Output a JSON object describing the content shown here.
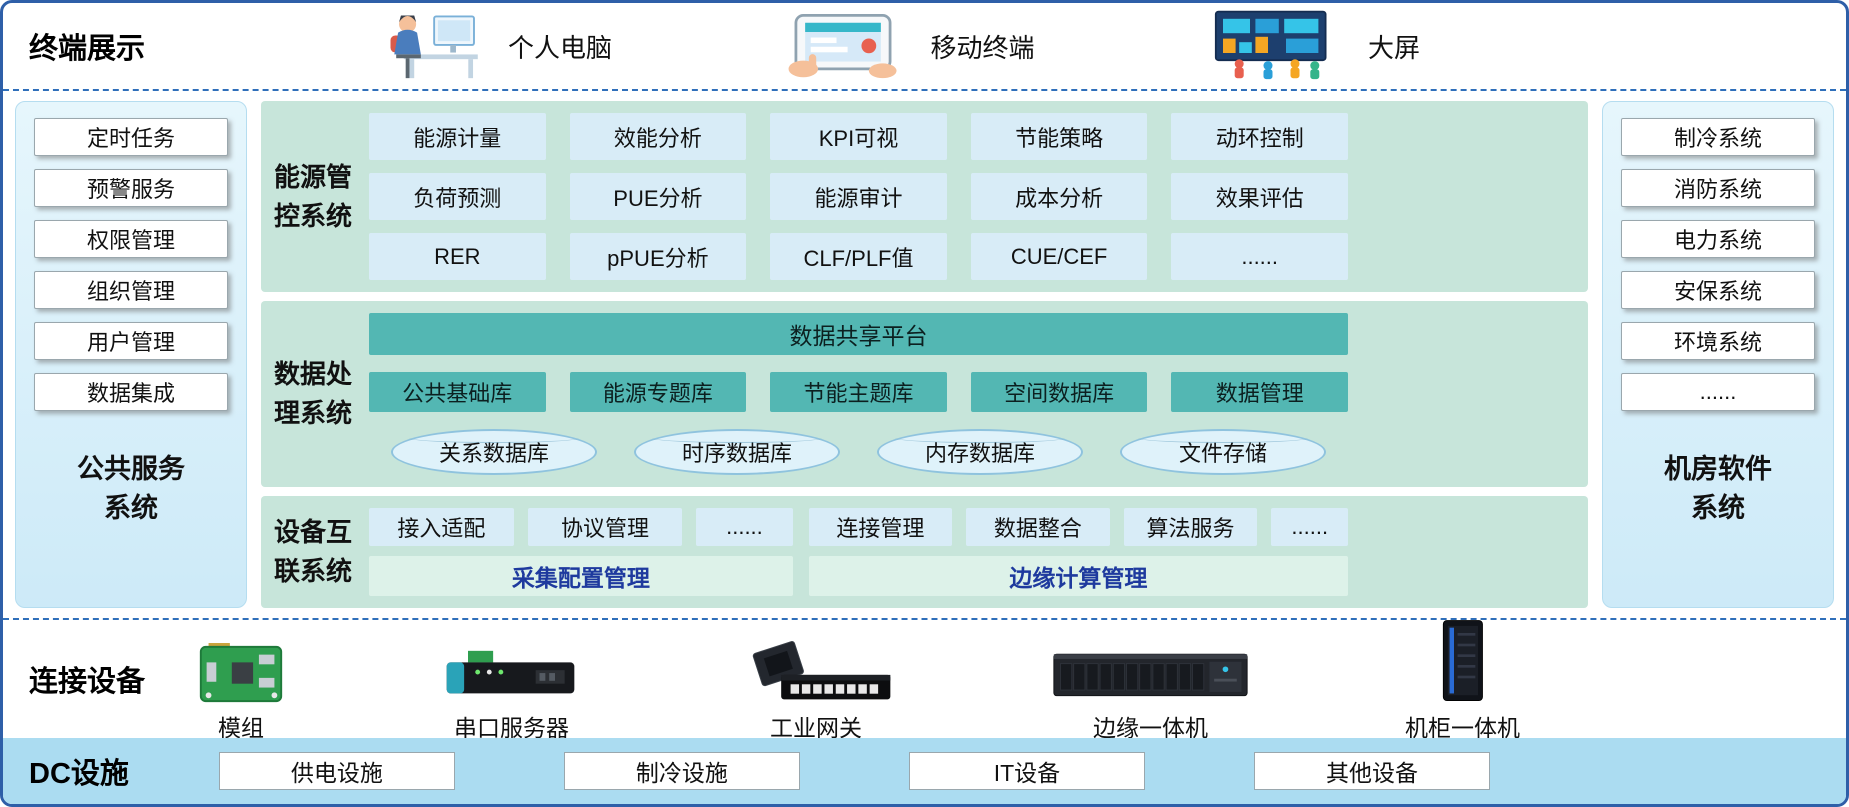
{
  "colors": {
    "border_blue": "#2e5fa8",
    "dashed_blue": "#2f6fba",
    "panel_blue": "#d9effa",
    "block_teal_green": "#c7e5da",
    "chip_blue": "#d8ecf7",
    "teal_bar": "#53b7b3",
    "edge_bar_green": "#ddf2e9",
    "edge_bar_text": "#1e3a9e",
    "dc_strip_blue": "#abdcf1"
  },
  "top": {
    "label": "终端展示",
    "items": [
      {
        "label": "个人电脑"
      },
      {
        "label": "移动终端"
      },
      {
        "label": "大屏"
      }
    ]
  },
  "left_panel": {
    "items": [
      "定时任务",
      "预警服务",
      "权限管理",
      "组织管理",
      "用户管理",
      "数据集成"
    ],
    "title_line1": "公共服务",
    "title_line2": "系统"
  },
  "center": {
    "energy": {
      "title_line1": "能源管",
      "title_line2": "控系统",
      "rows": [
        [
          "能源计量",
          "效能分析",
          "KPI可视",
          "节能策略",
          "动环控制"
        ],
        [
          "负荷预测",
          "PUE分析",
          "能源审计",
          "成本分析",
          "效果评估"
        ],
        [
          "RER",
          "pPUE分析",
          "CLF/PLF值",
          "CUE/CEF",
          "......"
        ]
      ]
    },
    "data": {
      "title_line1": "数据处",
      "title_line2": "理系统",
      "platform": "数据共享平台",
      "libs": [
        "公共基础库",
        "能源专题库",
        "节能主题库",
        "空间数据库",
        "数据管理"
      ],
      "databases": [
        "关系数据库",
        "时序数据库",
        "内存数据库",
        "文件存储"
      ]
    },
    "device": {
      "title_line1": "设备互",
      "title_line2": "联系统",
      "group1_items": [
        "接入适配",
        "协议管理",
        "......"
      ],
      "group1_bar": "采集配置管理",
      "group2_items": [
        "连接管理",
        "数据整合",
        "算法服务",
        "......"
      ],
      "group2_bar": "边缘计算管理"
    }
  },
  "right_panel": {
    "items": [
      "制冷系统",
      "消防系统",
      "电力系统",
      "安保系统",
      "环境系统",
      "......"
    ],
    "title_line1": "机房软件",
    "title_line2": "系统"
  },
  "devices_row": {
    "label": "连接设备",
    "items": [
      "模组",
      "串口服务器",
      "工业网关",
      "边缘一体机",
      "机柜一体机"
    ]
  },
  "dc_row": {
    "label": "DC设施",
    "items": [
      "供电设施",
      "制冷设施",
      "IT设备",
      "其他设备"
    ]
  }
}
